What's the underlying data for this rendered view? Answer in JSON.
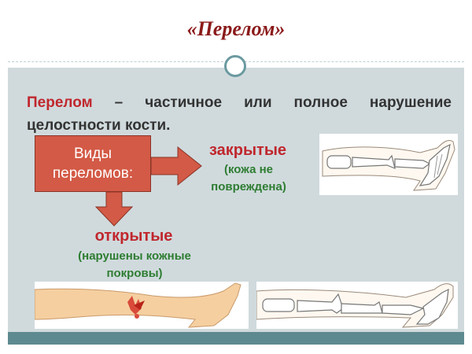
{
  "slide": {
    "title": "«Перелом»",
    "definition": {
      "term": "Перелом",
      "text": " – частичное или полное нарушение целостности кости."
    },
    "kinds_box": {
      "line1": "Виды",
      "line2": "переломов:"
    },
    "closed": {
      "title": "закрытые",
      "note_line1": "(кожа не",
      "note_line2": "повреждена)"
    },
    "open": {
      "title": "открытые",
      "note_line1": "(нарушены кожные",
      "note_line2": "покровы)"
    }
  },
  "colors": {
    "title": "#8b1a1a",
    "accent_red": "#c0272d",
    "note_green": "#2e7d32",
    "box_fill": "#d35a46",
    "panel_bg": "#d0dadd",
    "footer_bar": "#5d8a90"
  }
}
